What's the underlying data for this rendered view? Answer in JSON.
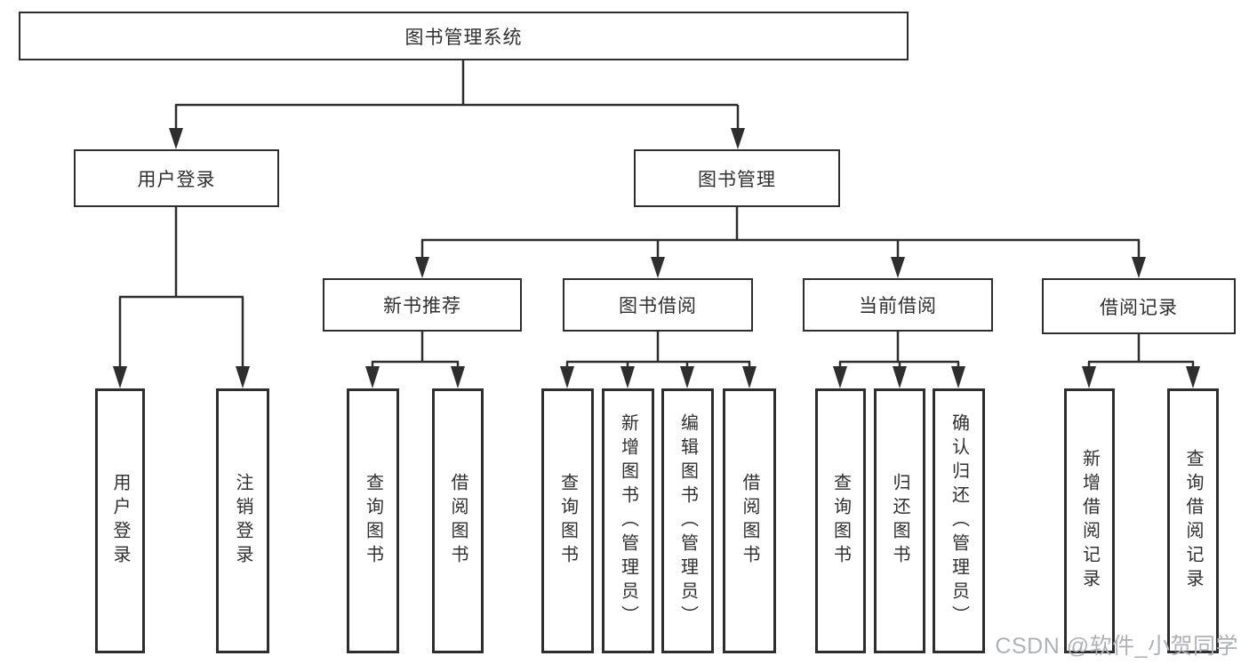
{
  "diagram": {
    "root": {
      "label": "图书管理系统"
    },
    "branches": [
      {
        "label": "用户登录",
        "children": [
          {
            "label": "用户登录"
          },
          {
            "label": "注销登录"
          }
        ]
      },
      {
        "label": "图书管理",
        "sections": [
          {
            "label": "新书推荐",
            "children": [
              {
                "label": "查询图书"
              },
              {
                "label": "借阅图书"
              }
            ]
          },
          {
            "label": "图书借阅",
            "children": [
              {
                "label": "查询图书"
              },
              {
                "label": "新增图书（管理员）"
              },
              {
                "label": "编辑图书（管理员）"
              },
              {
                "label": "借阅图书"
              }
            ]
          },
          {
            "label": "当前借阅",
            "children": [
              {
                "label": "查询图书"
              },
              {
                "label": "归还图书"
              },
              {
                "label": "确认归还（管理员）"
              }
            ]
          },
          {
            "label": "借阅记录",
            "children": [
              {
                "label": "新增借阅记录"
              },
              {
                "label": "查询借阅记录"
              }
            ]
          }
        ]
      }
    ]
  },
  "watermark": {
    "text": "CSDN @软件_小贺同学"
  },
  "colors": {
    "line": "#2e2e2e",
    "text": "#303030",
    "background": "#ffffff",
    "watermark": "#aeb2b7"
  }
}
